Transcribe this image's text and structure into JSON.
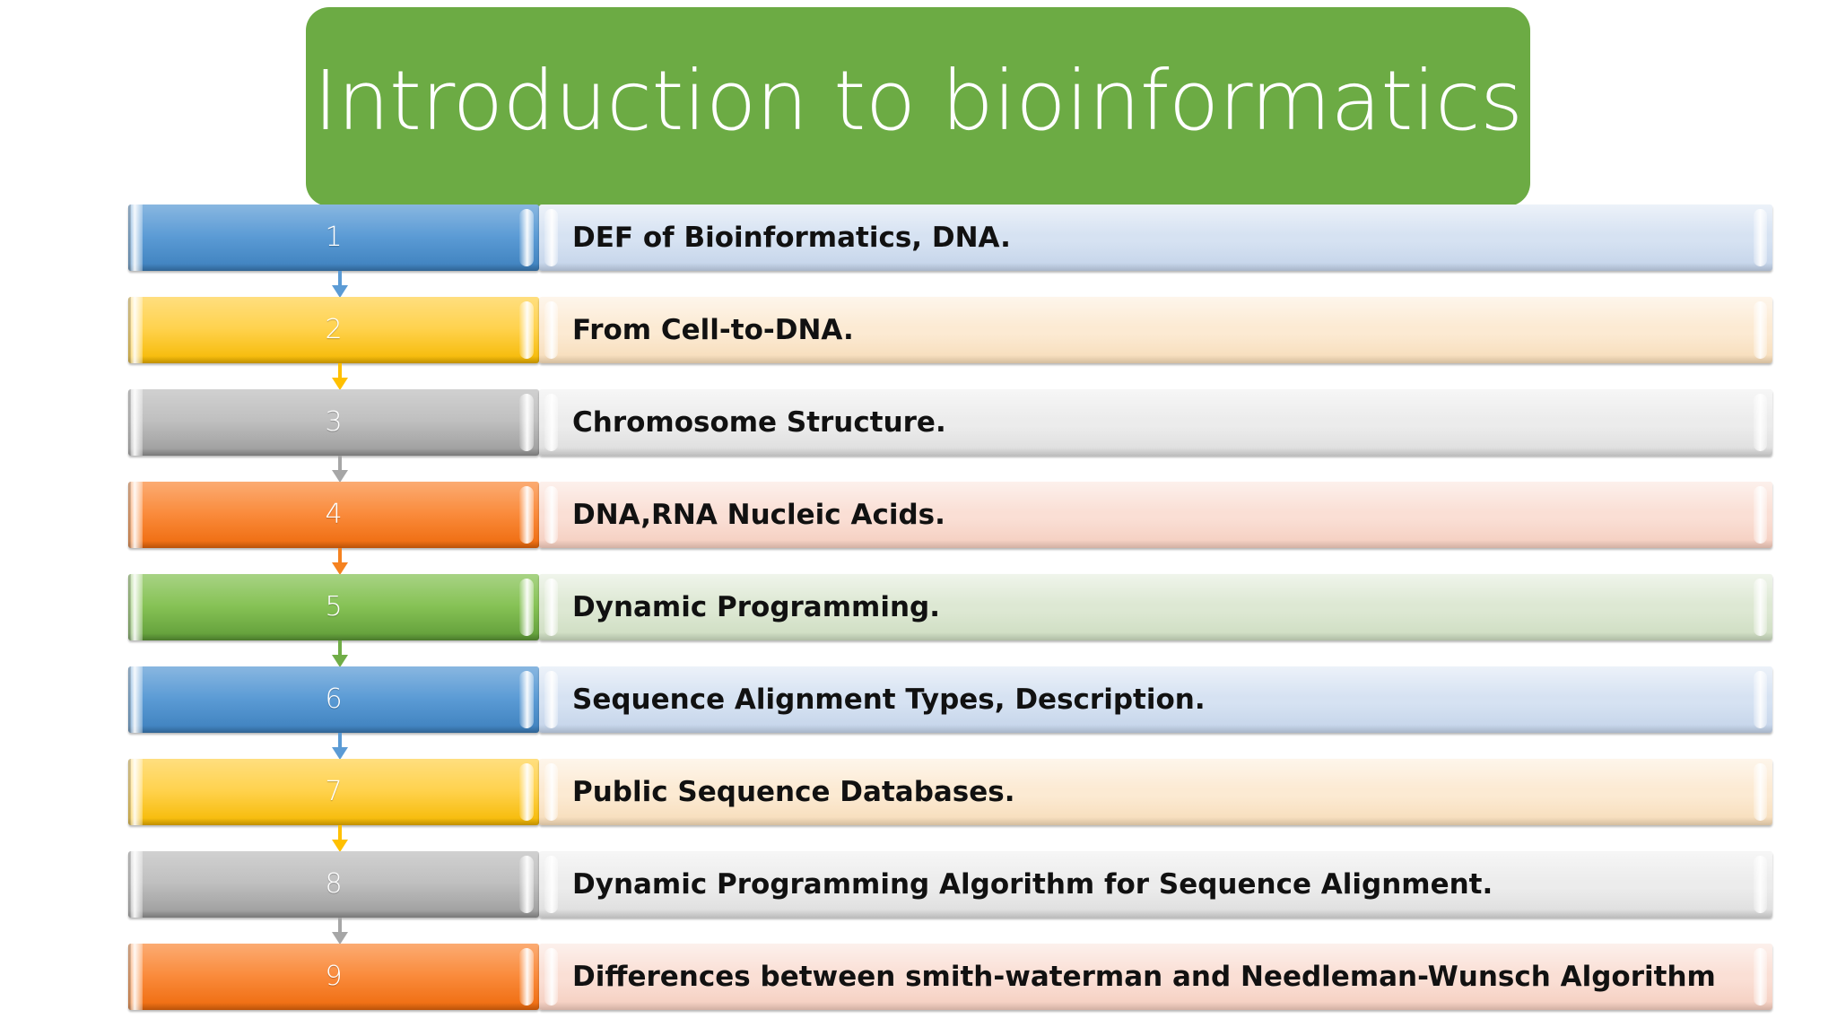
{
  "title": {
    "text": "Introduction to bioinformatics",
    "banner_color": "#6cab44",
    "text_color": "#ffffff"
  },
  "colors": {
    "blue_bar": "#5b9bd5",
    "blue_panel": "#d6e2f2",
    "yellow_bar": "#ffc000",
    "yellow_panel": "#fcead3",
    "gray_bar": "#a6a6a6",
    "gray_panel": "#e8e8e8",
    "orange_bar": "#f58220",
    "orange_panel": "#fadfd5",
    "green_bar": "#70ad47",
    "green_panel": "#dde8d3"
  },
  "rows": [
    {
      "number": "1",
      "label": "DEF of  Bioinformatics, DNA.",
      "bar_color": "#5b9bd5",
      "bar_color_dark": "#3d80bd",
      "panel_color": "#d6e2f2",
      "panel_color_dark": "#c3d3e9",
      "arrow_color": "#5b9bd5",
      "has_arrow": true
    },
    {
      "number": "2",
      "label": "From Cell-to-DNA.",
      "bar_color": "#ffd24d",
      "bar_color_dark": "#f5b800",
      "panel_color": "#fcead3",
      "panel_color_dark": "#f6dcb8",
      "arrow_color": "#ffc000",
      "has_arrow": true
    },
    {
      "number": "3",
      "label": "Chromosome Structure.",
      "bar_color": "#bfbfbf",
      "bar_color_dark": "#9a9a9a",
      "panel_color": "#ececec",
      "panel_color_dark": "#dcdcdc",
      "arrow_color": "#a6a6a6",
      "has_arrow": true
    },
    {
      "number": "4",
      "label": "DNA,RNA Nucleic Acids.",
      "bar_color": "#fa8b3c",
      "bar_color_dark": "#ee6a0c",
      "panel_color": "#fadfd5",
      "panel_color_dark": "#f4cdbe",
      "arrow_color": "#f58220",
      "has_arrow": true
    },
    {
      "number": "5",
      "label": "Dynamic Programming.",
      "bar_color": "#86c255",
      "bar_color_dark": "#5f9c38",
      "panel_color": "#dde8d3",
      "panel_color_dark": "#cddcc0",
      "arrow_color": "#70ad47",
      "has_arrow": true
    },
    {
      "number": "6",
      "label": "Sequence Alignment Types, Description.",
      "bar_color": "#5b9bd5",
      "bar_color_dark": "#3d80bd",
      "panel_color": "#d6e2f2",
      "panel_color_dark": "#c3d3e9",
      "arrow_color": "#5b9bd5",
      "has_arrow": true
    },
    {
      "number": "7",
      "label": "Public Sequence Databases.",
      "bar_color": "#ffd24d",
      "bar_color_dark": "#f5b800",
      "panel_color": "#fcead3",
      "panel_color_dark": "#f6dcb8",
      "arrow_color": "#ffc000",
      "has_arrow": true
    },
    {
      "number": "8",
      "label": "Dynamic Programming Algorithm for Sequence Alignment.",
      "bar_color": "#bfbfbf",
      "bar_color_dark": "#9a9a9a",
      "panel_color": "#ececec",
      "panel_color_dark": "#dcdcdc",
      "arrow_color": "#a6a6a6",
      "has_arrow": true
    },
    {
      "number": "9",
      "label": "Differences between smith-waterman and Needleman-Wunsch Algorithm",
      "bar_color": "#fa8b3c",
      "bar_color_dark": "#ee6a0c",
      "panel_color": "#fadfd5",
      "panel_color_dark": "#f4cdbe",
      "arrow_color": "#f58220",
      "has_arrow": false
    }
  ]
}
